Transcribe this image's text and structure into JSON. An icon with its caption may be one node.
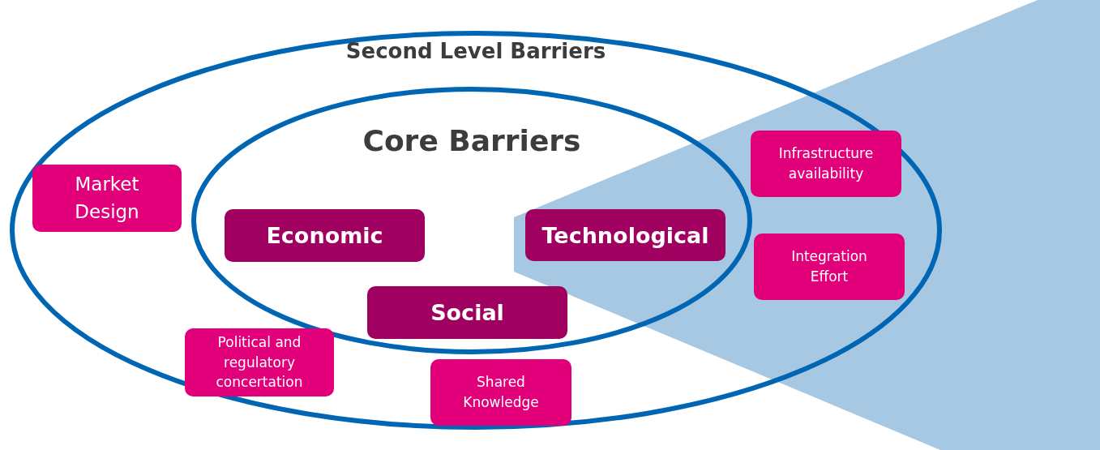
{
  "diagram": {
    "nodes": [
      {
        "text": [
          "Second Level Barriers"
        ]
      },
      {
        "text": [
          "Core Barriers"
        ],
        "in": 0
      },
      {
        "text": [
          "Economic"
        ],
        "in": 1
      },
      {
        "text": [
          "Technological"
        ],
        "in": 1
      },
      {
        "text": [
          "Social"
        ],
        "in": 1
      },
      {
        "text": [
          "Market Design"
        ],
        "in": 0
      },
      {
        "text": [
          "Infrastructure availability"
        ],
        "in": 0
      },
      {
        "text": [
          "Integration Effort"
        ],
        "in": 0
      },
      {
        "text": [
          "Political and regulatory concertation"
        ],
        "in": 0
      },
      {
        "text": [
          "Shared Knowledge"
        ],
        "in": 0
      }
    ]
  }
}
